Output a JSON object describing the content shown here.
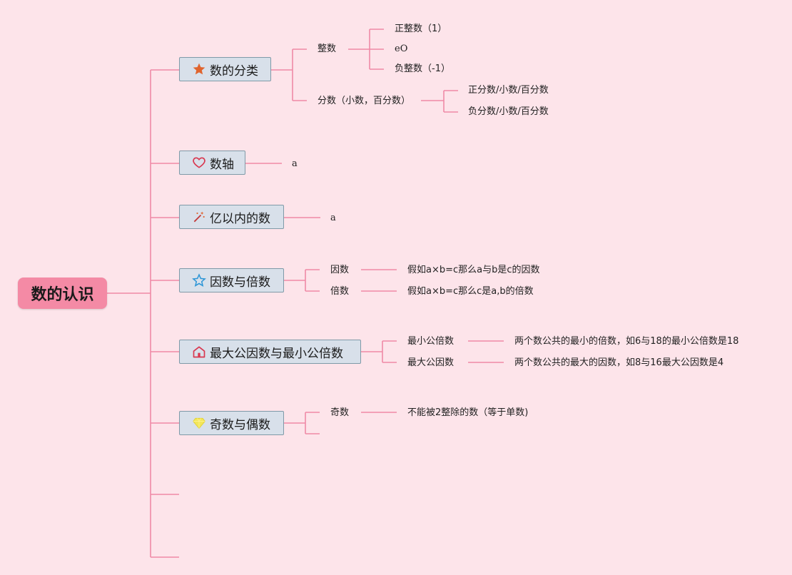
{
  "root": {
    "title": "数的认识"
  },
  "topics": [
    {
      "label": "数的分类",
      "icon": "star-filled-icon"
    },
    {
      "label": "数轴",
      "icon": "heart-icon"
    },
    {
      "label": "亿以内的数",
      "icon": "magic-wand-icon"
    },
    {
      "label": "因数与倍数",
      "icon": "star-outline-icon"
    },
    {
      "label": "最大公因数与最小公倍数",
      "icon": "house-icon"
    },
    {
      "label": "奇数与偶数",
      "icon": "gem-icon"
    }
  ],
  "classification": {
    "integer": {
      "label": "整数",
      "children": [
        "正整数（1）",
        "eO",
        "负整数（-1）"
      ]
    },
    "fraction": {
      "label": "分数（小数，百分数）",
      "children": [
        "正分数/小数/百分数",
        "负分数/小数/百分数"
      ]
    }
  },
  "number_line": {
    "child": "a"
  },
  "within_billion": {
    "child": "a"
  },
  "factors_multiples": {
    "items": [
      {
        "label": "因数",
        "detail": "假如a×b=c那么a与b是c的因数"
      },
      {
        "label": "倍数",
        "detail": "假如a×b=c那么c是a,b的倍数"
      }
    ]
  },
  "gcd_lcm": {
    "items": [
      {
        "label": "最小公倍数",
        "detail": "两个数公共的最小的倍数，如6与18的最小公倍数是18"
      },
      {
        "label": "最大公因数",
        "detail": "两个数公共的最大的因数，如8与16最大公因数是4"
      }
    ]
  },
  "odd_even": {
    "items": [
      {
        "label": "奇数",
        "detail": "不能被2整除的数（等于单数)"
      }
    ]
  },
  "colors": {
    "background": "#fde4ea",
    "connector": "#f08aa6",
    "root_fill": "#f48aa5",
    "topic_fill": "#d8e0ea",
    "topic_border": "#7f9aa8"
  }
}
